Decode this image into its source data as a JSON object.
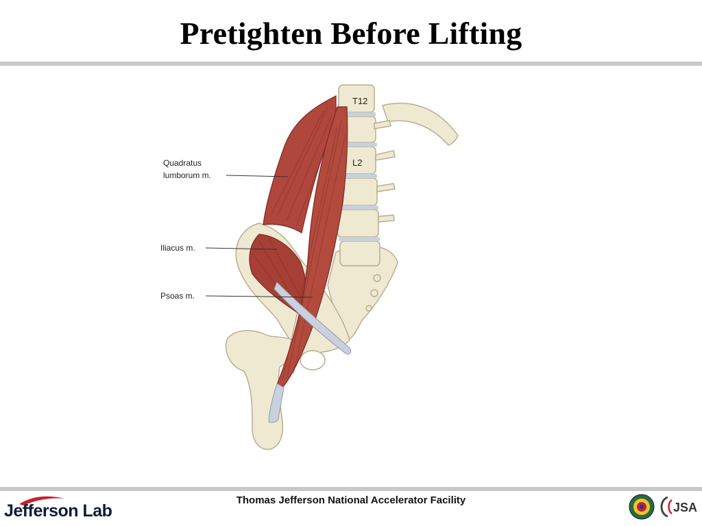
{
  "slide": {
    "title": "Pretighten Before Lifting"
  },
  "figure": {
    "labels": {
      "t12": "T12",
      "l2": "L2",
      "quadratus_line1": "Quadratus",
      "quadratus_line2": "lumborum m.",
      "iliacus": "Iliacus m.",
      "psoas": "Psoas m."
    }
  },
  "footer": {
    "organization": "Thomas Jefferson National Accelerator Facility",
    "left_logo_text": "Jefferson Lab",
    "right_logo_text": "JSA"
  },
  "colors": {
    "muscle": "#b0473c",
    "muscle_dark": "#7d2a22",
    "bone": "#efe9d2",
    "bone_edge": "#b7ae90",
    "tendon": "#c9d0de",
    "rule": "#c8c8c8",
    "jlab_red": "#c8202f",
    "jlab_navy": "#0e1c3a"
  }
}
